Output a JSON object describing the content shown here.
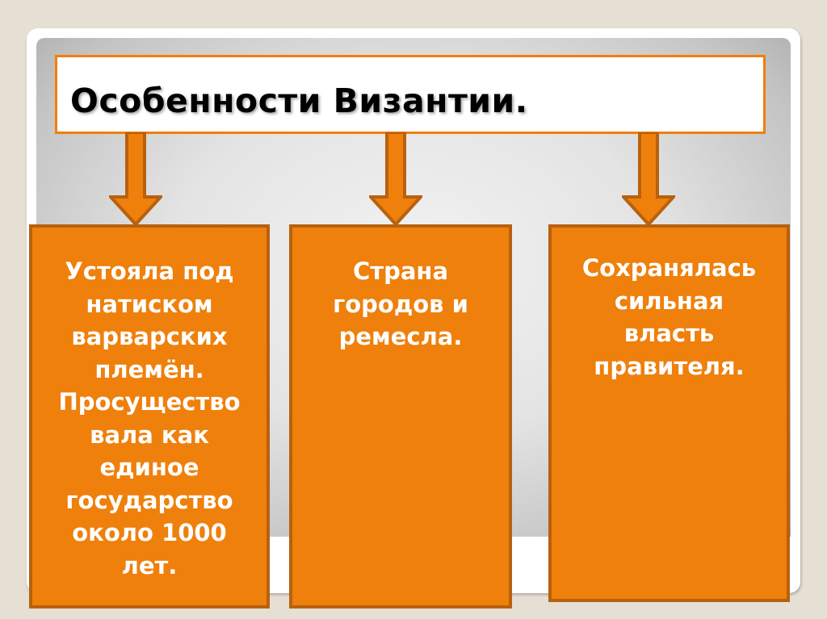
{
  "slide": {
    "title": "Особенности Византии.",
    "colors": {
      "background": "#e6dfd3",
      "accent_orange": "#ef800c",
      "accent_border": "#b7610f",
      "title_border": "#ef7f0f"
    },
    "arrows": [
      {
        "icon": "arrow-down-icon",
        "target": "box-1"
      },
      {
        "icon": "arrow-down-icon",
        "target": "box-2"
      },
      {
        "icon": "arrow-down-icon",
        "target": "box-3"
      }
    ],
    "boxes": [
      {
        "text": "Устояла под\nнатиском\nварварских\nплемён.\nПросущество\nвала как\nединое\nгосударство\nоколо 1000\nлет."
      },
      {
        "text": "Страна\nгородов и\nремесла."
      },
      {
        "text": "Сохранялась\nсильная\nвласть\nправителя."
      }
    ]
  }
}
